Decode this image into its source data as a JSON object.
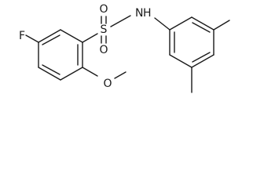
{
  "molecule": {
    "atoms": {
      "fluorine": "F",
      "sulfur": "S",
      "oxygen_top": "O",
      "oxygen_bottom": "O",
      "nitrogen": "N",
      "hydrogen": "H",
      "methoxy_oxygen": "O"
    }
  }
}
